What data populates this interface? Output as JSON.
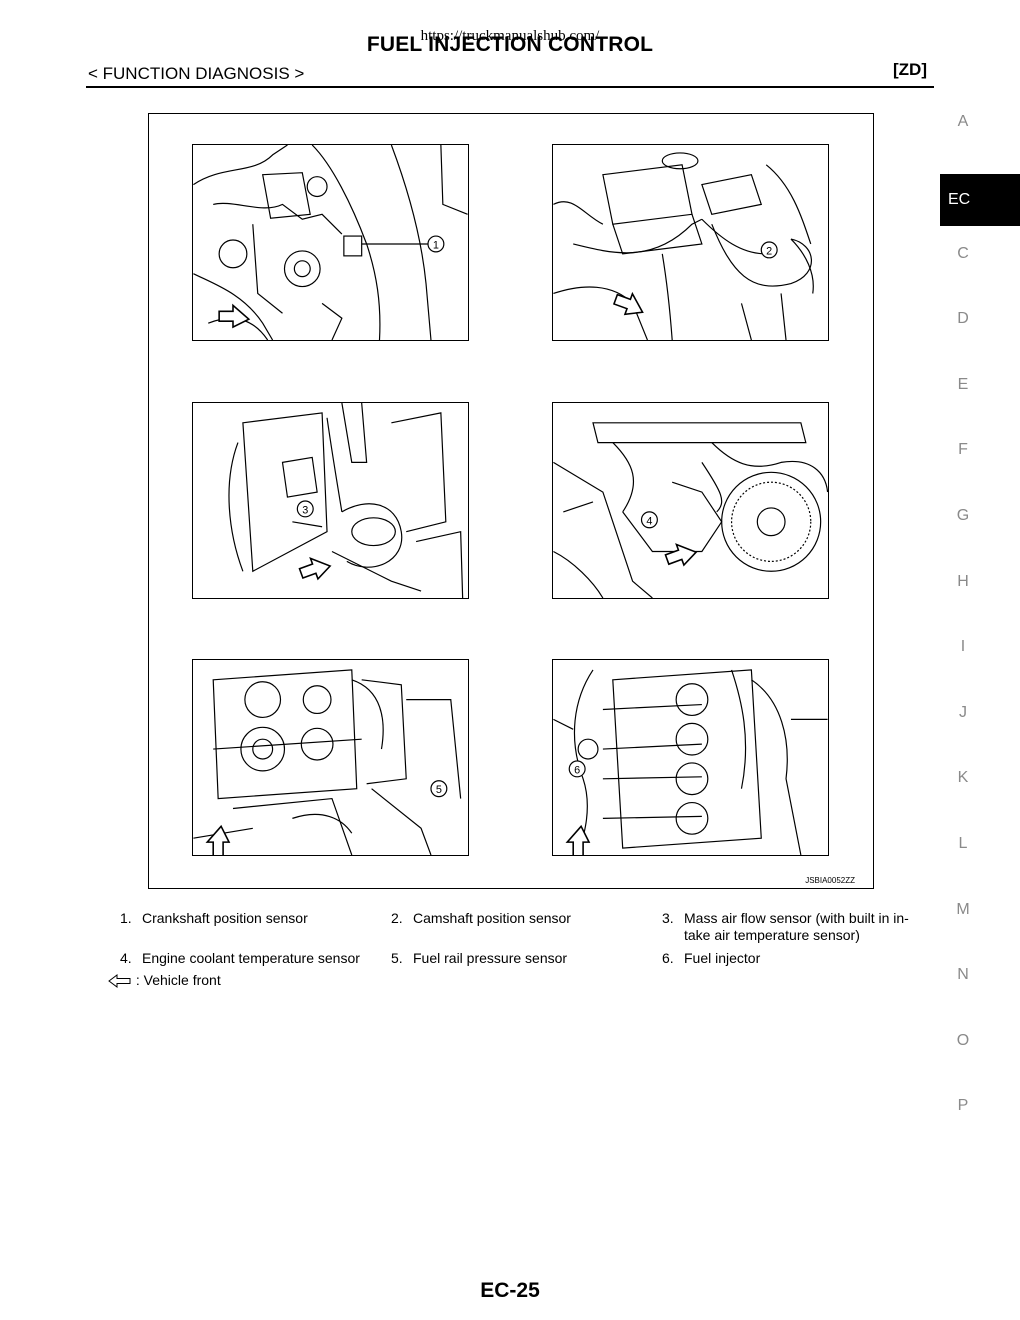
{
  "header": {
    "watermark": "https://truckmanualshub.com/",
    "title": "FUEL INJECTION CONTROL",
    "section": "< FUNCTION DIAGNOSIS >",
    "model": "[ZD]"
  },
  "side_nav": [
    "A",
    "EC",
    "C",
    "D",
    "E",
    "F",
    "G",
    "H",
    "I",
    "J",
    "K",
    "L",
    "M",
    "N",
    "O",
    "P"
  ],
  "side_nav_active": "EC",
  "figure": {
    "id": "JSBIA0052ZZ",
    "callouts": [
      "1",
      "2",
      "3",
      "4",
      "5",
      "6"
    ]
  },
  "legend": [
    {
      "num": "1.",
      "text": "Crankshaft position sensor"
    },
    {
      "num": "2.",
      "text": "Camshaft position sensor"
    },
    {
      "num": "3.",
      "text": "Mass air flow sensor (with built in in-take air temperature sensor)"
    },
    {
      "num": "4.",
      "text": "Engine coolant temperature sensor"
    },
    {
      "num": "5.",
      "text": "Fuel rail pressure sensor"
    },
    {
      "num": "6.",
      "text": "Fuel injector"
    }
  ],
  "vehicle_front": ": Vehicle front",
  "page_number": "EC-25"
}
